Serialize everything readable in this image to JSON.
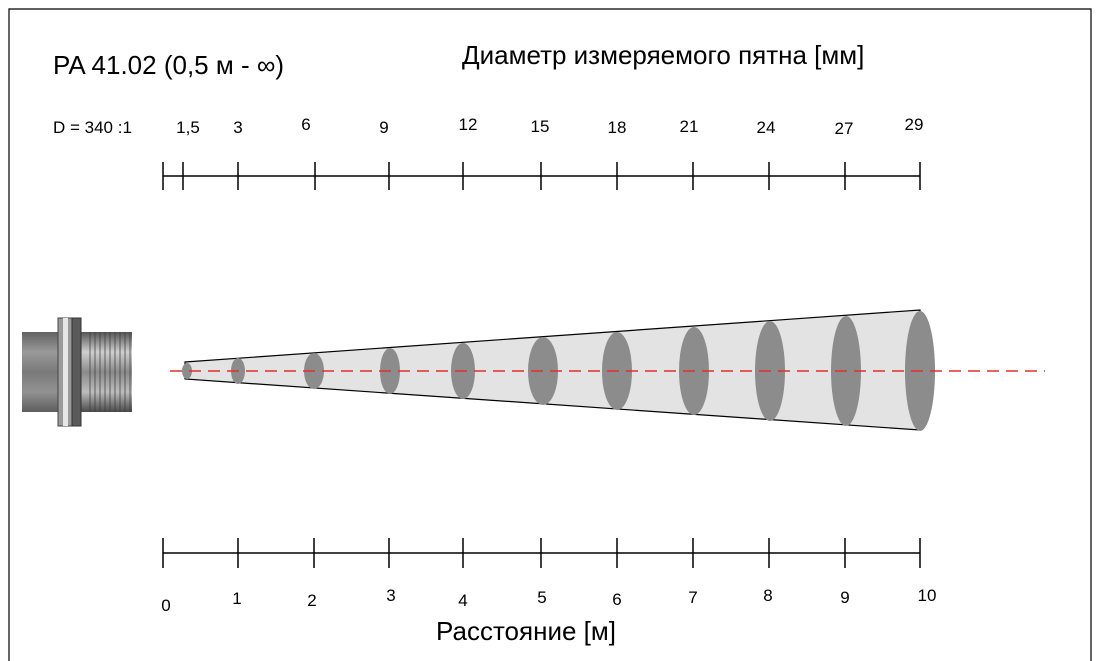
{
  "model_label": "PA 41.02 (0,5 м - ∞)",
  "top_axis_title": "Диаметр измеряемого пятна [мм]",
  "ratio_label": "D = 340 :1",
  "spot_labels": [
    "1,5",
    "3",
    "6",
    "9",
    "12",
    "15",
    "18",
    "21",
    "24",
    "27",
    "29"
  ],
  "distance_labels": [
    "0",
    "1",
    "2",
    "3",
    "4",
    "5",
    "6",
    "7",
    "8",
    "9",
    "10"
  ],
  "bottom_axis_title": "Расстояние [м]",
  "colors": {
    "cone_fill": "#e3e3e3",
    "spot_fill": "#8c8c8c",
    "centerline": "#e0302a",
    "axis": "#000000"
  }
}
